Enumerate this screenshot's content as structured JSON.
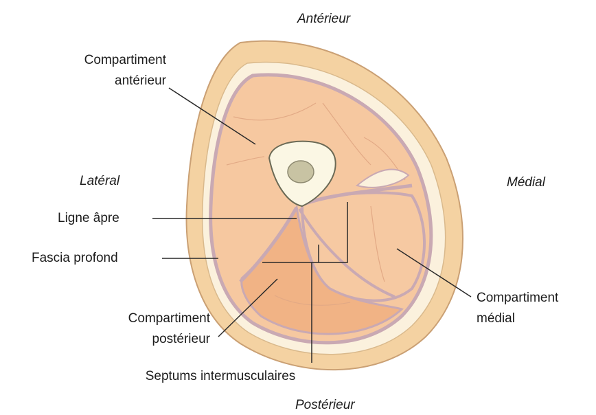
{
  "orientation": {
    "anterior": "Antérieur",
    "posterior": "Postérieur",
    "lateral": "Latéral",
    "medial": "Médial"
  },
  "labels": {
    "anterior_compartment": [
      "Compartiment",
      "antérieur"
    ],
    "linea_aspera": "Ligne âpre",
    "deep_fascia": "Fascia profond",
    "posterior_compartment": [
      "Compartiment",
      "postérieur"
    ],
    "medial_compartment": [
      "Compartiment",
      "médial"
    ],
    "intermuscular_septa": "Septums intermusculaires"
  },
  "colors": {
    "skin": "#f4d2a2",
    "skin_outline": "#caa074",
    "fat_ring": "#fbf1dd",
    "fascia": "#c9a9b3",
    "muscle_anterior": "#f6c8a0",
    "muscle_posterior": "#f1b385",
    "muscle_medial": "#f6c9a2",
    "bone_cortex": "#fbf7e4",
    "bone_marrow": "#c8c3a3",
    "leader_line": "#2a2a2a"
  }
}
